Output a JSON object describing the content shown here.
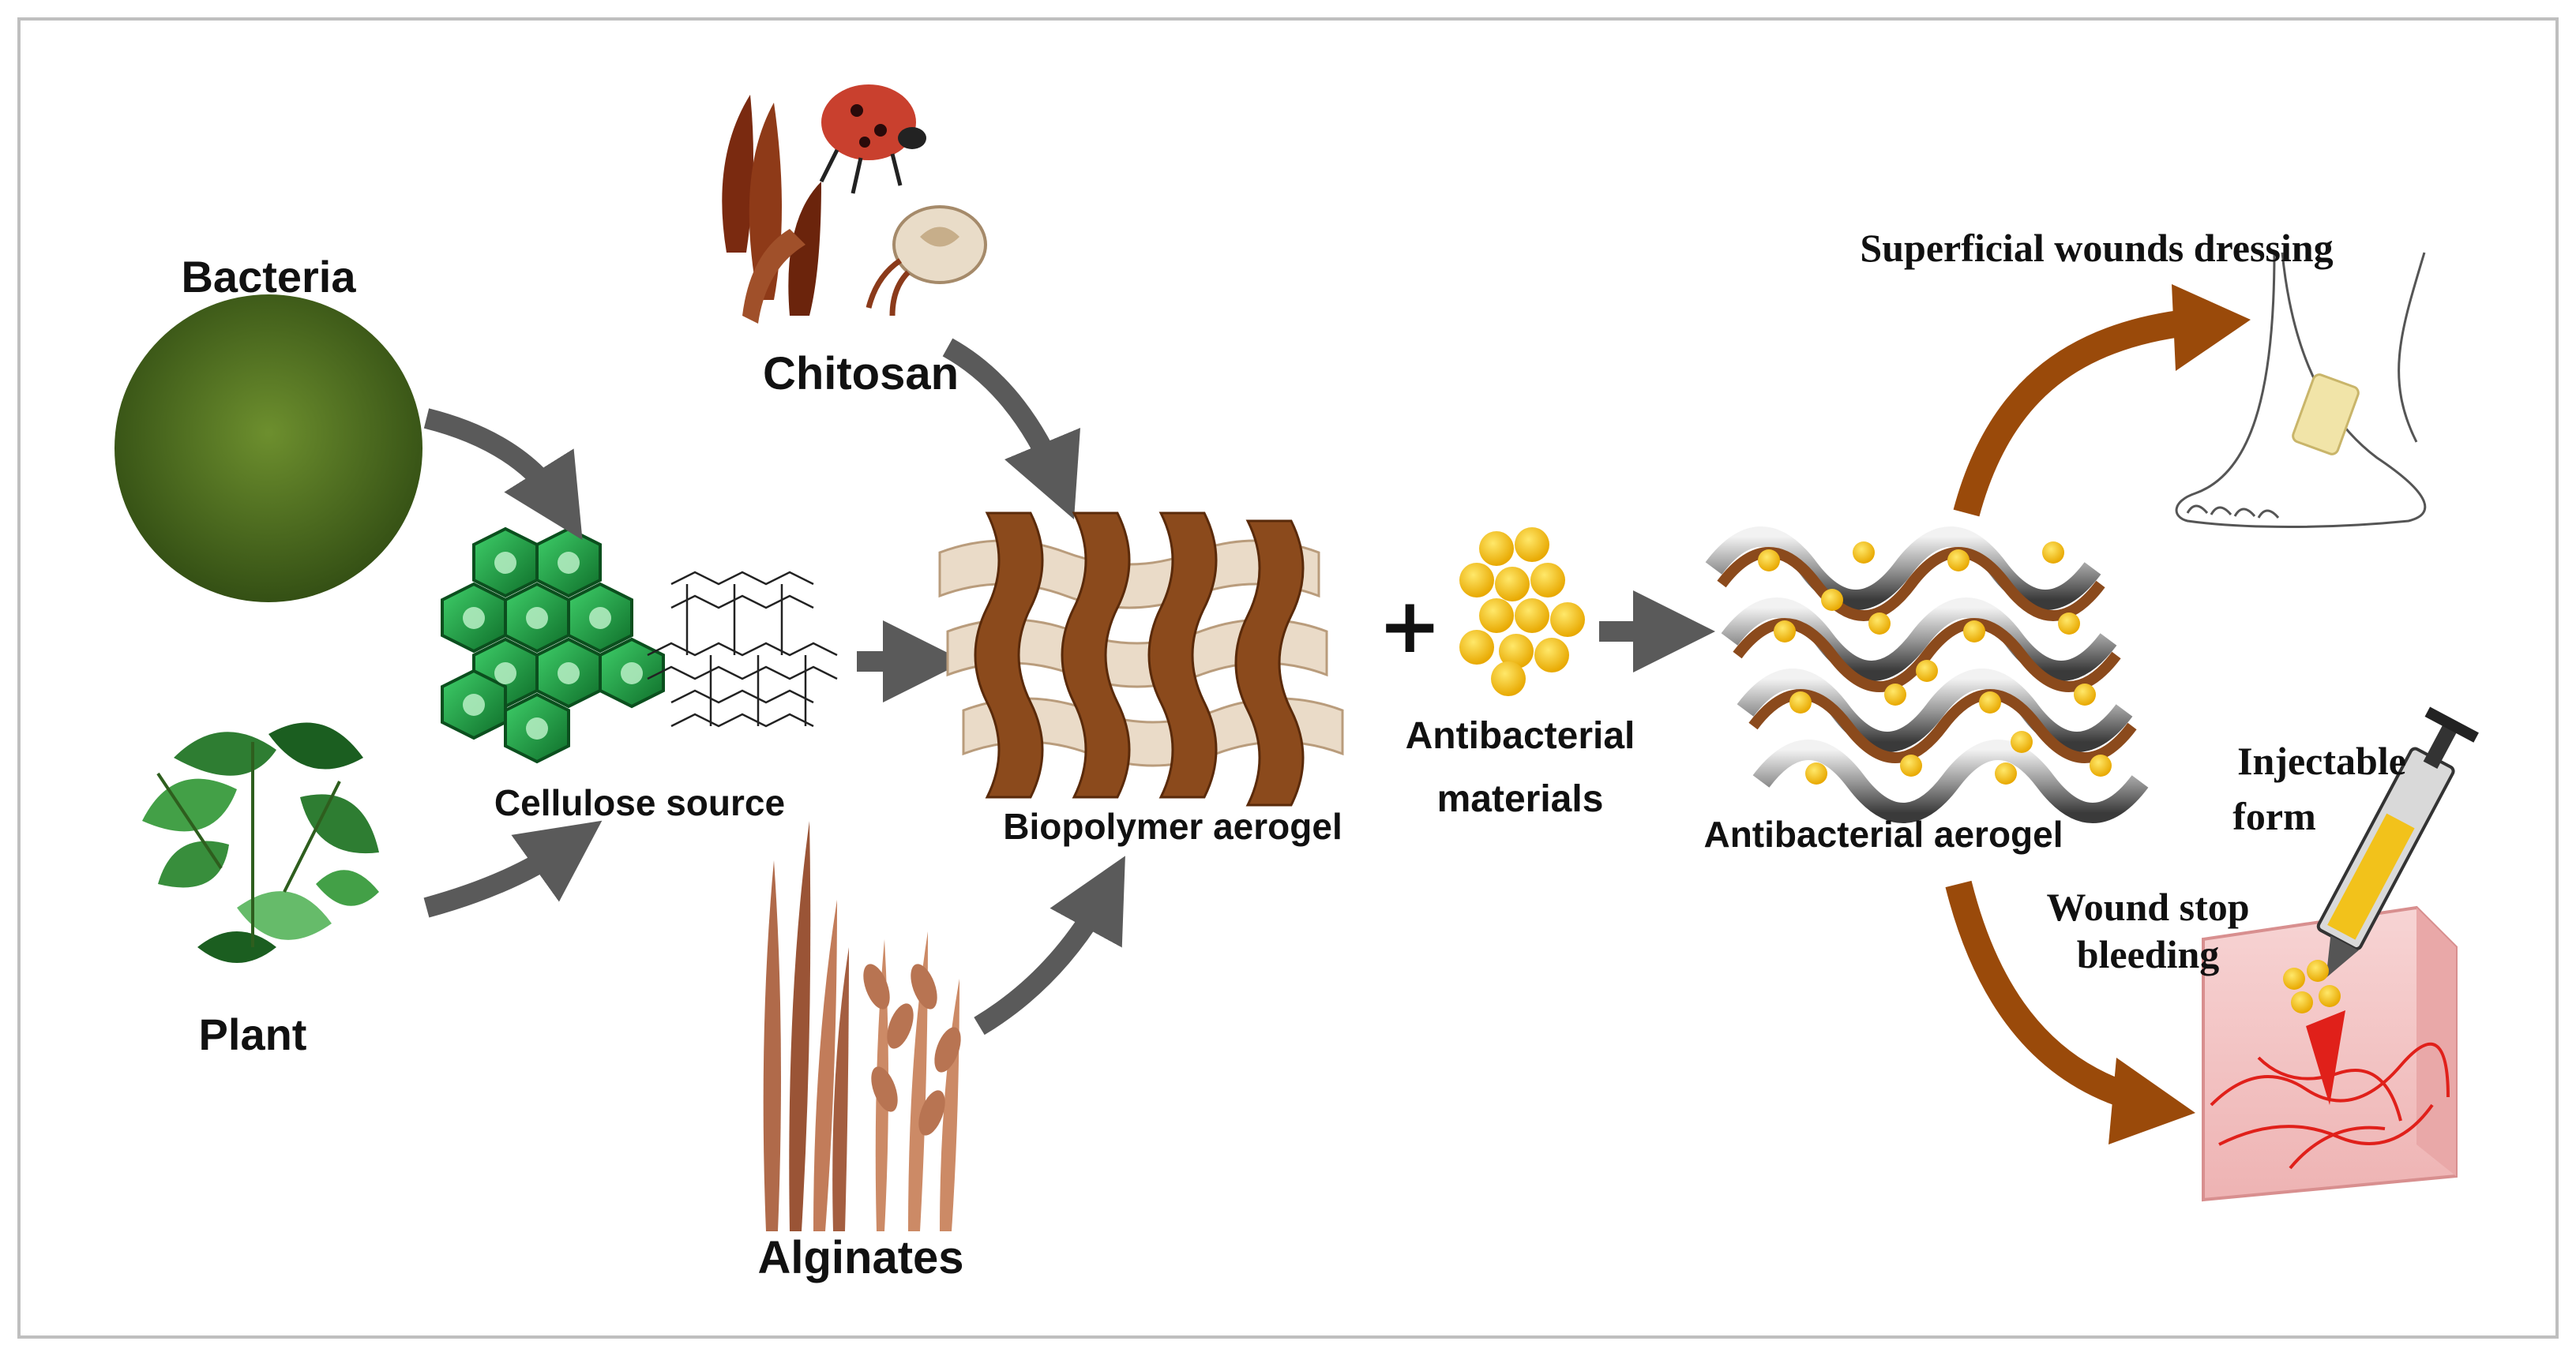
{
  "labels": {
    "bacteria": "Bacteria",
    "plant": "Plant",
    "cellulose_source": "Cellulose source",
    "chitosan": "Chitosan",
    "alginates": "Alginates",
    "biopolymer_aerogel": "Biopolymer aerogel",
    "plus_sign": "+",
    "antibacterial_materials_line1": "Antibacterial",
    "antibacterial_materials_line2": "materials",
    "antibacterial_aerogel": "Antibacterial aerogel",
    "superficial_wounds_dressing": "Superficial wounds dressing",
    "injectable_form_line1": "Injectable",
    "injectable_form_line2": "form",
    "wound_stop_bleeding_line1": "Wound stop",
    "wound_stop_bleeding_line2": "bleeding"
  },
  "colors": {
    "arrow_gray": "#5a5a5a",
    "arrow_brown": "#9a4a0a",
    "aerogel_brown": "#8b4a1c",
    "aerogel_cream": "#eadbc8",
    "particle_yellow": "#f2c21b",
    "cellulose_green": "#1f9a3a",
    "bacteria_green": "#8bbf3a",
    "plant_green": "#2e7d32",
    "blood_red": "#e0201a",
    "tissue_pink": "#f4c6c6",
    "frame_border": "#bfbfbf"
  }
}
